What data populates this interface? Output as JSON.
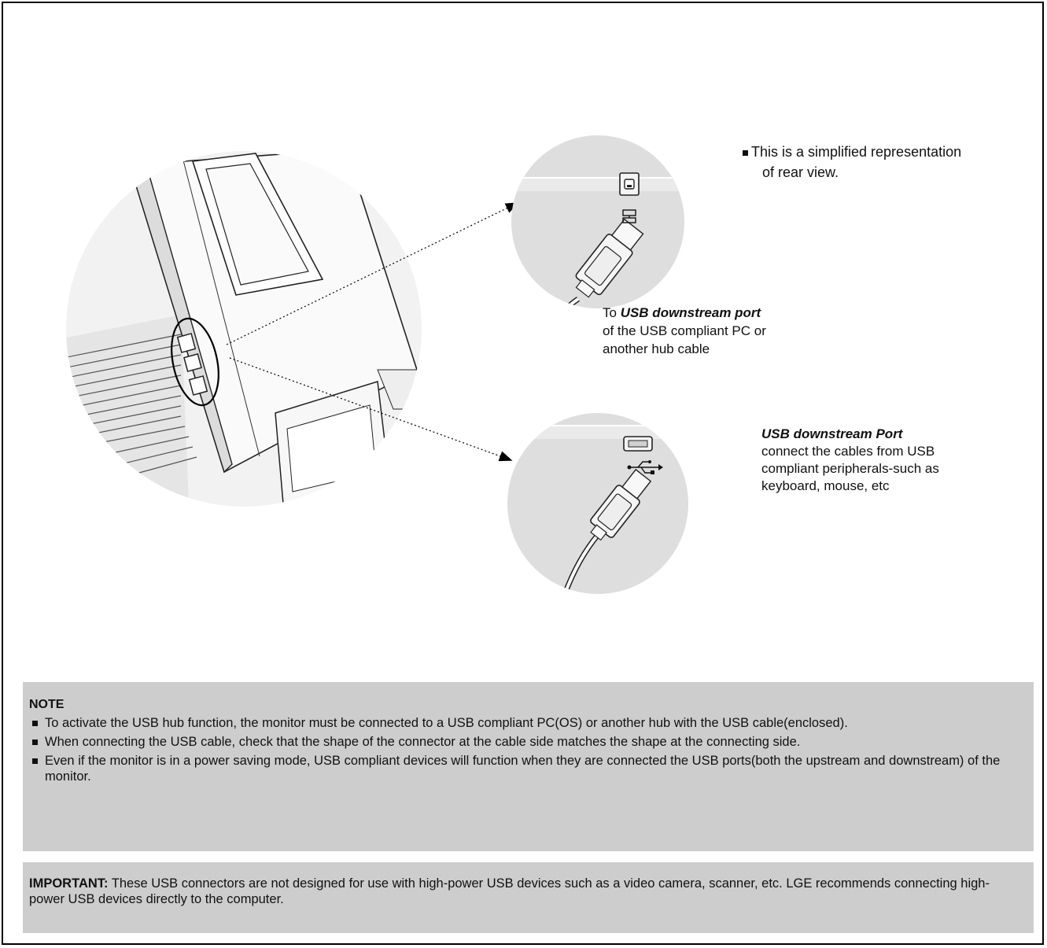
{
  "caption": {
    "text_line1": "This is a simplified representation",
    "text_line2": "of rear view."
  },
  "upstream_label": {
    "prefix": "To ",
    "emphasis": "USB downstream port",
    "line2": "of the USB compliant PC or",
    "line3": "another hub cable"
  },
  "downstream_label": {
    "title": "USB downstream Port",
    "line2": "connect the cables from USB",
    "line3": "compliant peripherals-such as",
    "line4": "keyboard, mouse, etc"
  },
  "note": {
    "title": "NOTE",
    "items": [
      "To activate the USB hub function, the monitor must be connected to a USB compliant PC(OS) or another hub with the USB cable(enclosed).",
      "When connecting the USB cable, check that the shape of the connector at the cable side matches the shape  at the connecting side.",
      "Even if the monitor is in a power saving mode, USB compliant devices will function when they are connected the USB ports(both the upstream and downstream) of the monitor."
    ]
  },
  "important": {
    "label": "IMPORTANT:",
    "text": " These USB connectors are not designed for use with high-power USB devices such as a video camera, scanner, etc. LGE recommends connecting high-power USB devices directly to the computer."
  },
  "icons": {
    "upstream_symbol": "computer-symbol-icon",
    "downstream_symbol": "usb-trident-icon"
  }
}
